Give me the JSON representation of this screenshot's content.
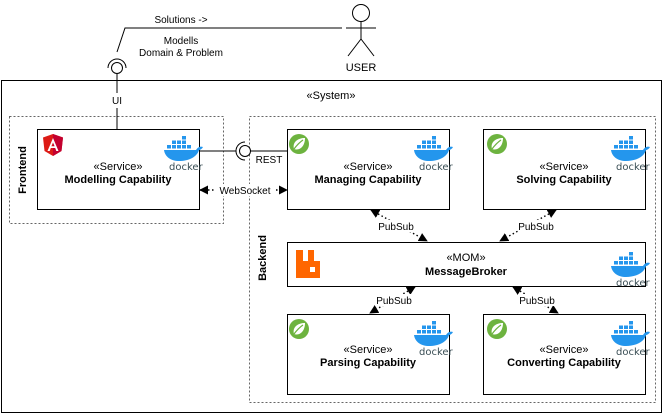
{
  "actor": {
    "label": "USER"
  },
  "edges": {
    "solutions": "Solutions ->",
    "models_line1": "Modells",
    "models_line2": "Domain & Problem",
    "ui": "UI",
    "rest": "REST",
    "websocket": "WebSocket",
    "pubsub": "PubSub"
  },
  "system": {
    "label": "«System»"
  },
  "groups": {
    "frontend": "Frontend",
    "backend": "Backend"
  },
  "docker_label": "docker",
  "services": {
    "modelling": {
      "stereotype": "«Service»",
      "name": "Modelling Capability"
    },
    "managing": {
      "stereotype": "«Service»",
      "name": "Managing Capability"
    },
    "solving": {
      "stereotype": "«Service»",
      "name": "Solving Capability"
    },
    "broker": {
      "stereotype": "«MOM»",
      "name": "MessageBroker"
    },
    "parsing": {
      "stereotype": "«Service»",
      "name": "Parsing Capability"
    },
    "converting": {
      "stereotype": "«Service»",
      "name": "Converting Capability"
    }
  },
  "colors": {
    "angular": "#dd1b16",
    "spring": "#6db33f",
    "rabbitmq": "#ff6600",
    "docker": "#2496ed"
  }
}
